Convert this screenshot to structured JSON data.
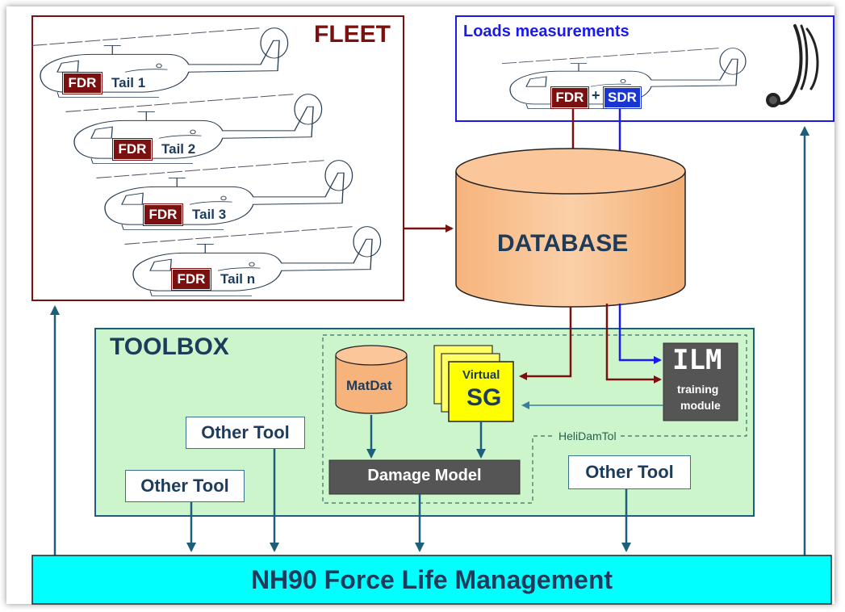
{
  "fleet": {
    "title": "FLEET",
    "recorder_label": "FDR",
    "tails": [
      "Tail 1",
      "Tail 2",
      "Tail 3",
      "Tail n"
    ]
  },
  "loads": {
    "title": "Loads measurements",
    "fdr": "FDR",
    "plus": "+",
    "sdr": "SDR"
  },
  "database": {
    "label": "DATABASE"
  },
  "toolbox": {
    "title": "TOOLBOX",
    "matdat": "MatDat",
    "virtual_sg_top": "Virtual",
    "virtual_sg_bottom": "SG",
    "ilm_title": "ILM",
    "ilm_sub1": "training",
    "ilm_sub2": "module",
    "helidamtol": "HeliDamTol",
    "damage_model": "Damage Model",
    "other_tool_1": "Other Tool",
    "other_tool_2": "Other Tool",
    "other_tool_3": "Other Tool"
  },
  "footer": {
    "label": "NH90 Force Life Management"
  },
  "colors": {
    "fleet_border": "#7a1010",
    "loads_border": "#1a1aee",
    "database_fill": "#f9c08f",
    "toolbox_fill": "#ccf5cc",
    "footer_fill": "#00ffff",
    "arrow_dark_red": "#7a1010",
    "arrow_blue": "#1a1aee",
    "arrow_teal": "#1d5f7a"
  }
}
